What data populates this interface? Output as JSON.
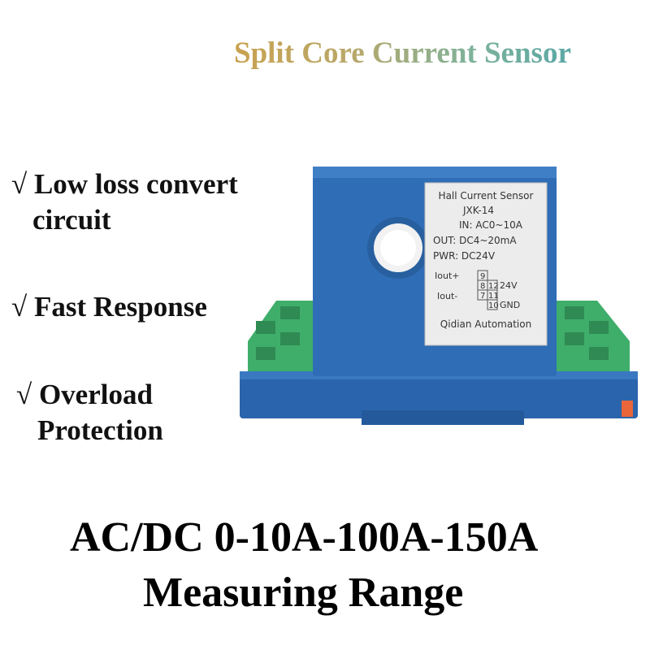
{
  "title": "Split Core Current Sensor",
  "features": [
    {
      "line1": "√ Low loss convert",
      "line2": "circuit"
    },
    {
      "line1": "√ Fast Response",
      "line2": ""
    },
    {
      "line1": "√ Overload",
      "line2": "Protection"
    }
  ],
  "range": {
    "line1": "AC/DC 0-10A-100A-150A",
    "line2": "Measuring Range"
  },
  "product_label": {
    "heading": "Hall Current Sensor",
    "model": "JXK-14",
    "input": "IN: AC0~10A",
    "output": "OUT: DC4~20mA",
    "power": "PWR: DC24V",
    "iout_plus": "Iout+",
    "iout_minus": "Iout-",
    "pin_9": "9",
    "pin_8": "8",
    "pin_12": "12",
    "pin_7": "7",
    "pin_11": "11",
    "pin_10": "10",
    "v24": "24V",
    "gnd": "GND",
    "brand": "Qidian Automation"
  },
  "colors": {
    "housing": "#2f6db6",
    "terminal": "#3fae6a",
    "label_bg": "#ececec"
  }
}
